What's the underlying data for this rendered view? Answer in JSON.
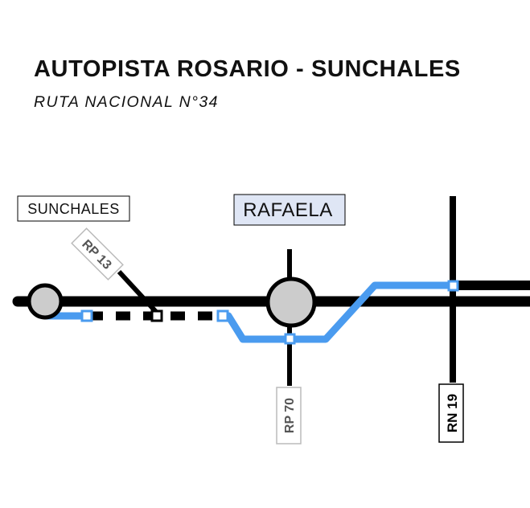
{
  "header": {
    "title": "AUTOPISTA ROSARIO - SUNCHALES",
    "subtitle": "RUTA NACIONAL N°34"
  },
  "cities": {
    "sunchales": "SUNCHALES",
    "rafaela": "RAFAELA"
  },
  "roads": {
    "rp13": "RP 13",
    "rp70": "RP 70",
    "rn19": "RN 19"
  },
  "colors": {
    "highway": "#000000",
    "autopista": "#4a9bef",
    "roundabout": "#cccccc",
    "rafaela_box": "#dfe6f5",
    "sign_border_light": "#bbbbbb"
  }
}
